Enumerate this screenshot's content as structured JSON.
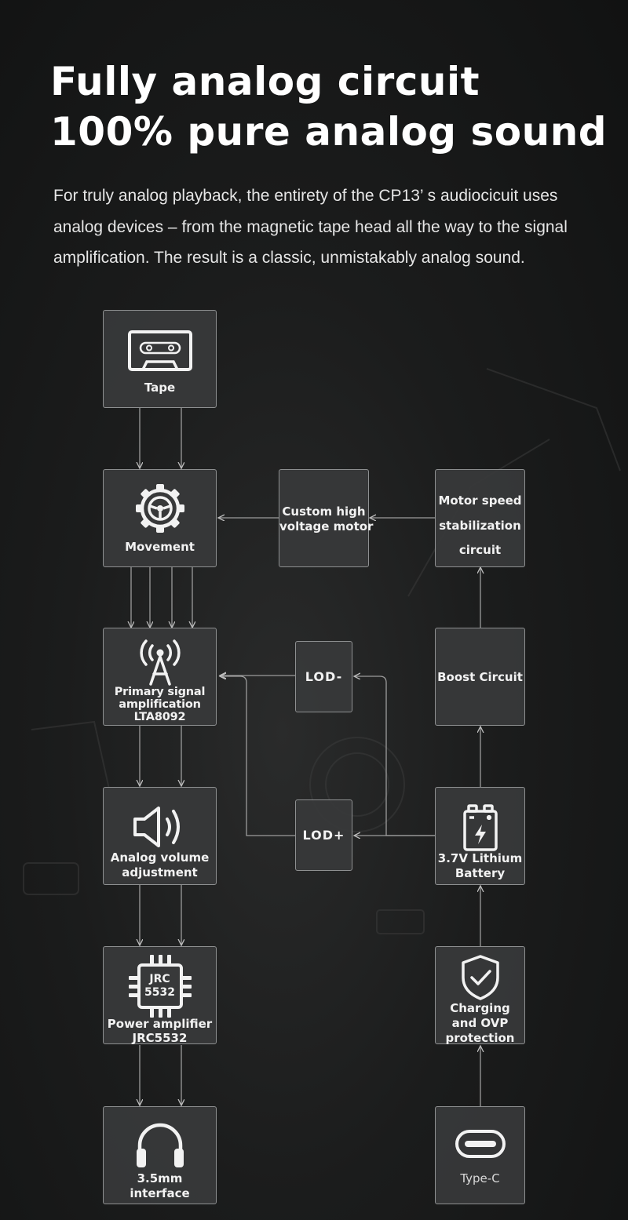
{
  "header": {
    "title_line1": "Fully analog circuit",
    "title_line2": "100% pure analog sound"
  },
  "description": {
    "line1": "For truly analog playback, the entirety of the CP13’ s audiocicuit uses",
    "line2": "analog devices – from the magnetic tape head all the way to the signal",
    "line3": "amplification. The result is a classic, unmistakably analog sound."
  },
  "diagram": {
    "tape": {
      "label": "Tape",
      "icon": "cassette-icon"
    },
    "movement": {
      "label": "Movement",
      "icon": "gear-icon"
    },
    "motor": {
      "line1": "Custom high",
      "line2": "voltage motor"
    },
    "speed": {
      "line1": "Motor speed",
      "line2": "stabilization",
      "line3": "circuit"
    },
    "primary": {
      "line1": "Primary signal",
      "line2": "amplification",
      "line3": "LTA8092",
      "icon": "antenna-icon"
    },
    "lod_minus": {
      "label": "LOD-"
    },
    "boost": {
      "label": "Boost Circuit"
    },
    "volume": {
      "line1": "Analog volume",
      "line2": "adjustment",
      "icon": "speaker-icon"
    },
    "lod_plus": {
      "label": "LOD+"
    },
    "battery": {
      "line1": "3.7V Lithium",
      "line2": "Battery",
      "icon": "battery-icon"
    },
    "amp": {
      "line1": "Power amplifier",
      "line2": "JRC5532",
      "chip_line1": "JRC",
      "chip_line2": "5532",
      "icon": "chip-icon"
    },
    "charging": {
      "line1": "Charging",
      "line2": "and OVP",
      "line3": "protection",
      "icon": "shield-check-icon"
    },
    "jack": {
      "line1": "3.5mm",
      "line2": "interface",
      "icon": "headphones-icon"
    },
    "typec": {
      "label": "Type-C",
      "icon": "usb-c-icon"
    }
  }
}
